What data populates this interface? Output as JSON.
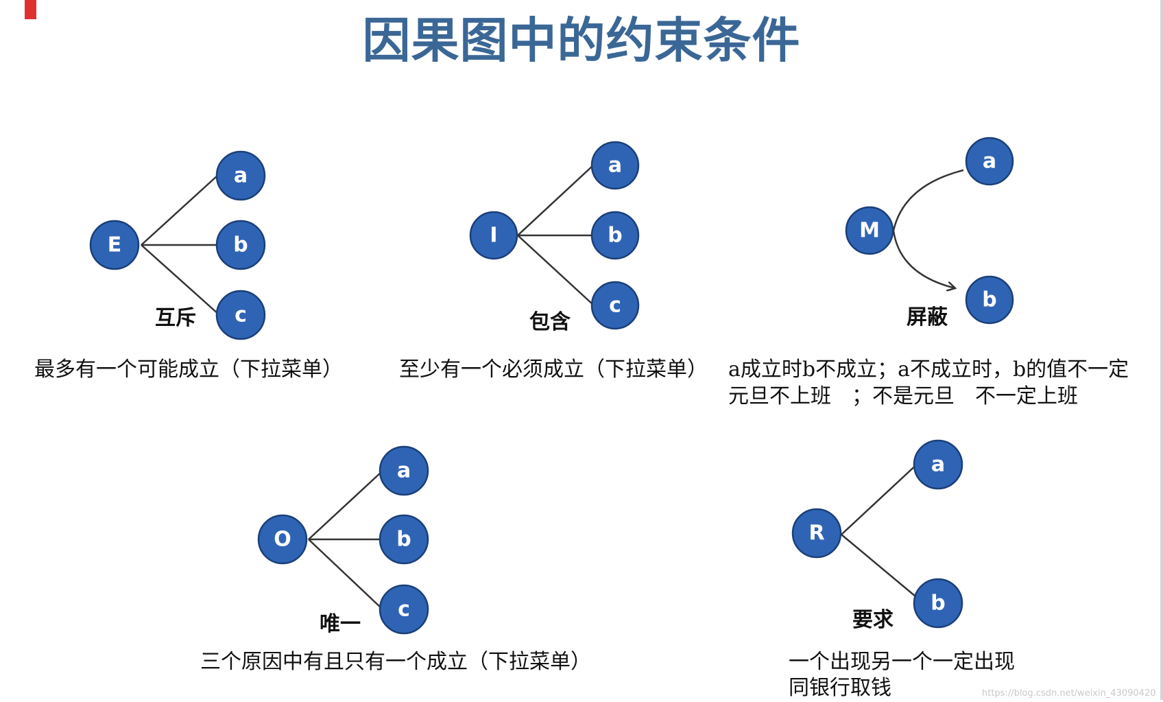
{
  "title": "因果图中的约束条件",
  "colors": {
    "node_fill": "#2f64b5",
    "title": "#3a6796",
    "accent": "#e03030"
  },
  "panels": [
    {
      "id": "E",
      "source": "E",
      "targets": [
        "a",
        "b",
        "c"
      ],
      "label": "互斥",
      "description": [
        "最多有一个可能成立（下拉菜单）"
      ]
    },
    {
      "id": "I",
      "source": "I",
      "targets": [
        "a",
        "b",
        "c"
      ],
      "label": "包含",
      "description": [
        "至少有一个必须成立（下拉菜单）"
      ]
    },
    {
      "id": "M",
      "source": "M",
      "targets": [
        "a",
        "b"
      ],
      "label": "屏蔽",
      "description": [
        "a成立时b不成立；a不成立时，b的值不一定",
        "元旦不上班　；不是元旦　不一定上班"
      ]
    },
    {
      "id": "O",
      "source": "O",
      "targets": [
        "a",
        "b",
        "c"
      ],
      "label": "唯一",
      "description": [
        "三个原因中有且只有一个成立（下拉菜单）"
      ]
    },
    {
      "id": "R",
      "source": "R",
      "targets": [
        "a",
        "b"
      ],
      "label": "要求",
      "description": [
        "一个出现另一个一定出现",
        "同银行取钱"
      ]
    }
  ],
  "watermark": "https://blog.csdn.net/weixin_43090420"
}
